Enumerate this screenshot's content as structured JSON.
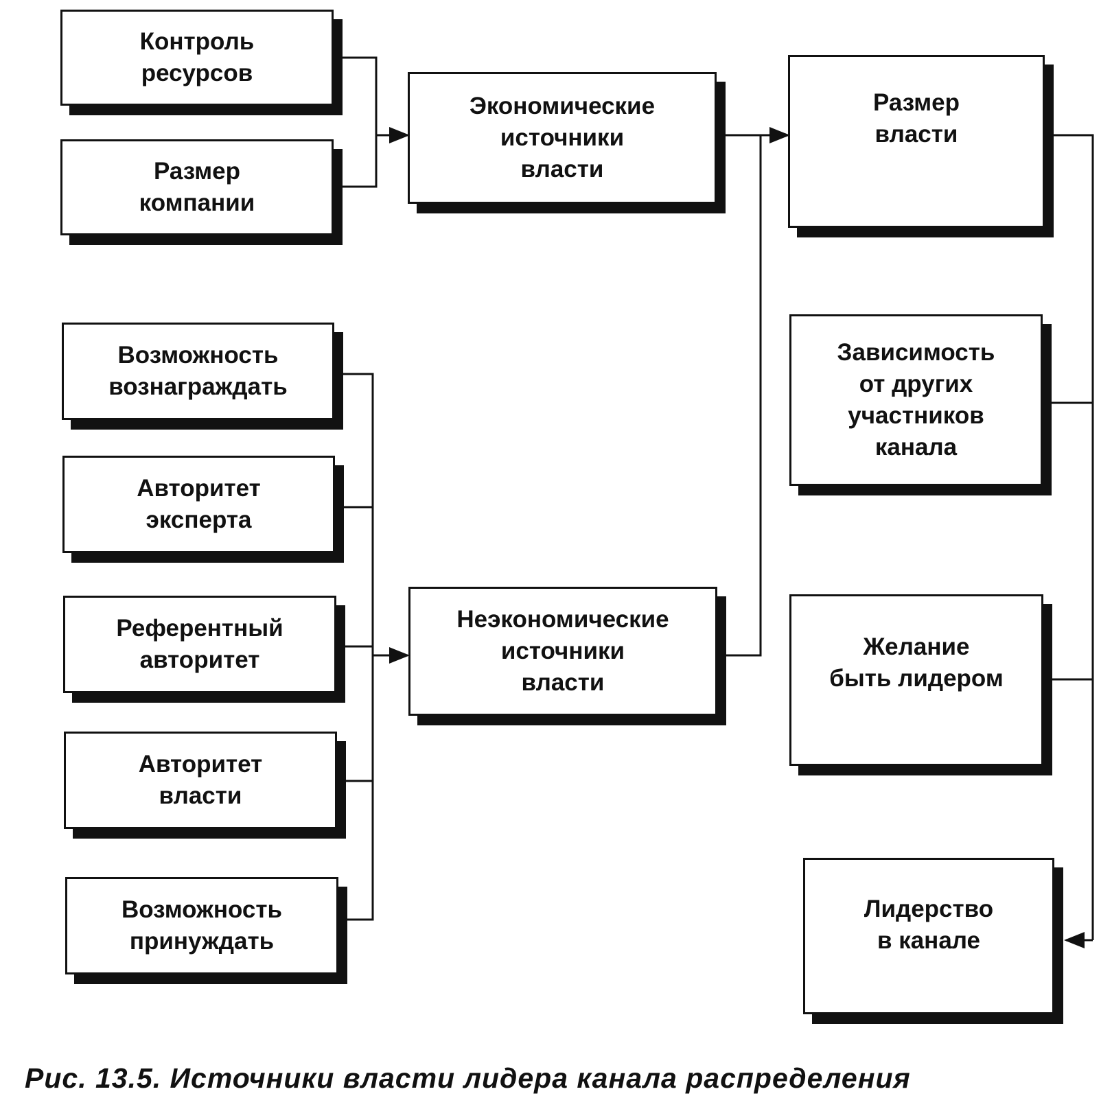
{
  "diagram": {
    "boxes": {
      "control_resources": "Контроль\nресурсов",
      "company_size": "Размер\nкомпании",
      "economic_sources": "Экономические\nисточники\nвласти",
      "power_size": "Размер\nвласти",
      "ability_reward": "Возможность\nвознаграждать",
      "expert_authority": "Авторитет\nэксперта",
      "referent_authority": "Референтный\nавторитет",
      "legitimate_authority": "Авторитет\nвласти",
      "ability_coerce": "Возможность\nпринуждать",
      "noneconomic_sources": "Неэкономические\nисточники\nвласти",
      "dependence": "Зависимость\nот других\nучастников\nканала",
      "desire_lead": "Желание\nбыть лидером",
      "channel_leadership": "Лидерство\nв канале"
    },
    "caption": "Рис. 13.5. Источники власти лидера канала распределения"
  }
}
